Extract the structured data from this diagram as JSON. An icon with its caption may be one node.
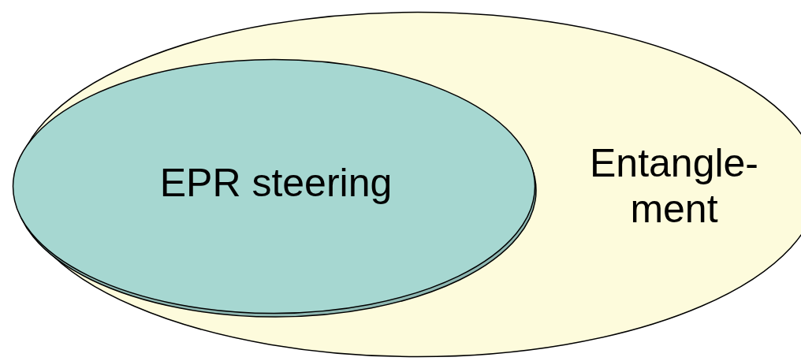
{
  "diagram": {
    "nodes": [
      {
        "text": [
          "Entangle- ment"
        ]
      },
      {
        "text": [
          "EPR steering"
        ],
        "in": 0
      }
    ]
  }
}
